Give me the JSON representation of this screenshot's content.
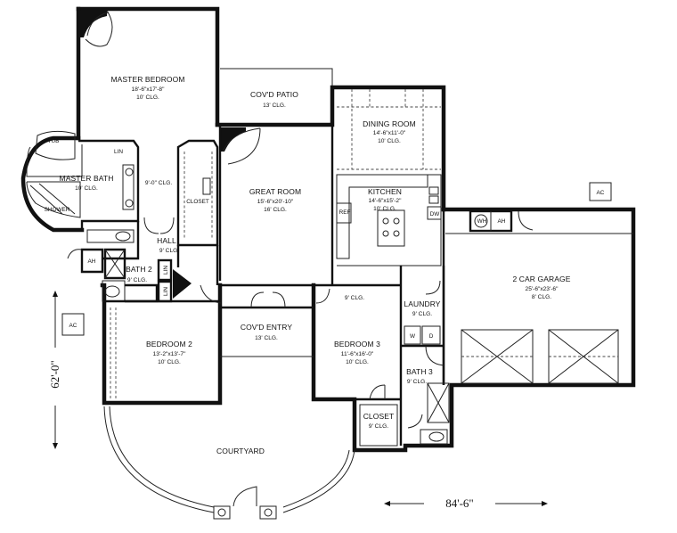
{
  "rooms": {
    "master_bedroom": {
      "name": "MASTER BEDROOM",
      "dims": "18'-6\"x17'-8\"",
      "clg": "10' CLG."
    },
    "covd_patio": {
      "name": "COV'D PATIO",
      "clg": "13' CLG."
    },
    "dining_room": {
      "name": "DINING ROOM",
      "dims": "14'-6\"x11'-0\"",
      "clg": "10' CLG."
    },
    "master_bath": {
      "name": "MASTER BATH",
      "clg": "10' CLG."
    },
    "tub": "TUB",
    "shower": "SHOWER",
    "lin1": "LIN",
    "closet_master": {
      "clg": "9'-0\" CLG."
    },
    "closet_label": "CLOSET",
    "great_room": {
      "name": "GREAT ROOM",
      "dims": "15'-6\"x20'-10\"",
      "clg": "16' CLG."
    },
    "kitchen": {
      "name": "KITCHEN",
      "dims": "14'-6\"x15'-2\"",
      "clg": "10' CLG."
    },
    "ref": "REF",
    "dw": "DW",
    "hall": {
      "name": "HALL",
      "clg": "9' CLG."
    },
    "ah1": "AH",
    "bath2": {
      "name": "BATH 2",
      "clg": "9' CLG."
    },
    "lin2": "LIN",
    "lin3": "LIN",
    "wh": "WH",
    "ah2": "AH",
    "ac_top": "AC",
    "ac_left": "AC",
    "garage": {
      "name": "2 CAR GARAGE",
      "dims": "25'-6\"x23'-6\"",
      "clg": "8' CLG."
    },
    "laundry": {
      "name": "LAUNDRY",
      "clg": "9' CLG."
    },
    "w": "W",
    "d": "D",
    "entry_clg": "9' CLG.",
    "covd_entry": {
      "name": "COV'D ENTRY",
      "clg": "13' CLG."
    },
    "bedroom2": {
      "name": "BEDROOM 2",
      "dims": "13'-2\"x13'-7\"",
      "clg": "10' CLG."
    },
    "bedroom3": {
      "name": "BEDROOM 3",
      "dims": "11'-6\"x16'-0\"",
      "clg": "10' CLG."
    },
    "bath3": {
      "name": "BATH 3",
      "clg": "9' CLG."
    },
    "closet3": {
      "name": "CLOSET",
      "clg": "9' CLG."
    },
    "courtyard": {
      "name": "COURTYARD"
    }
  },
  "dimensions": {
    "depth": "62'-0\"",
    "width": "84'-6\""
  }
}
